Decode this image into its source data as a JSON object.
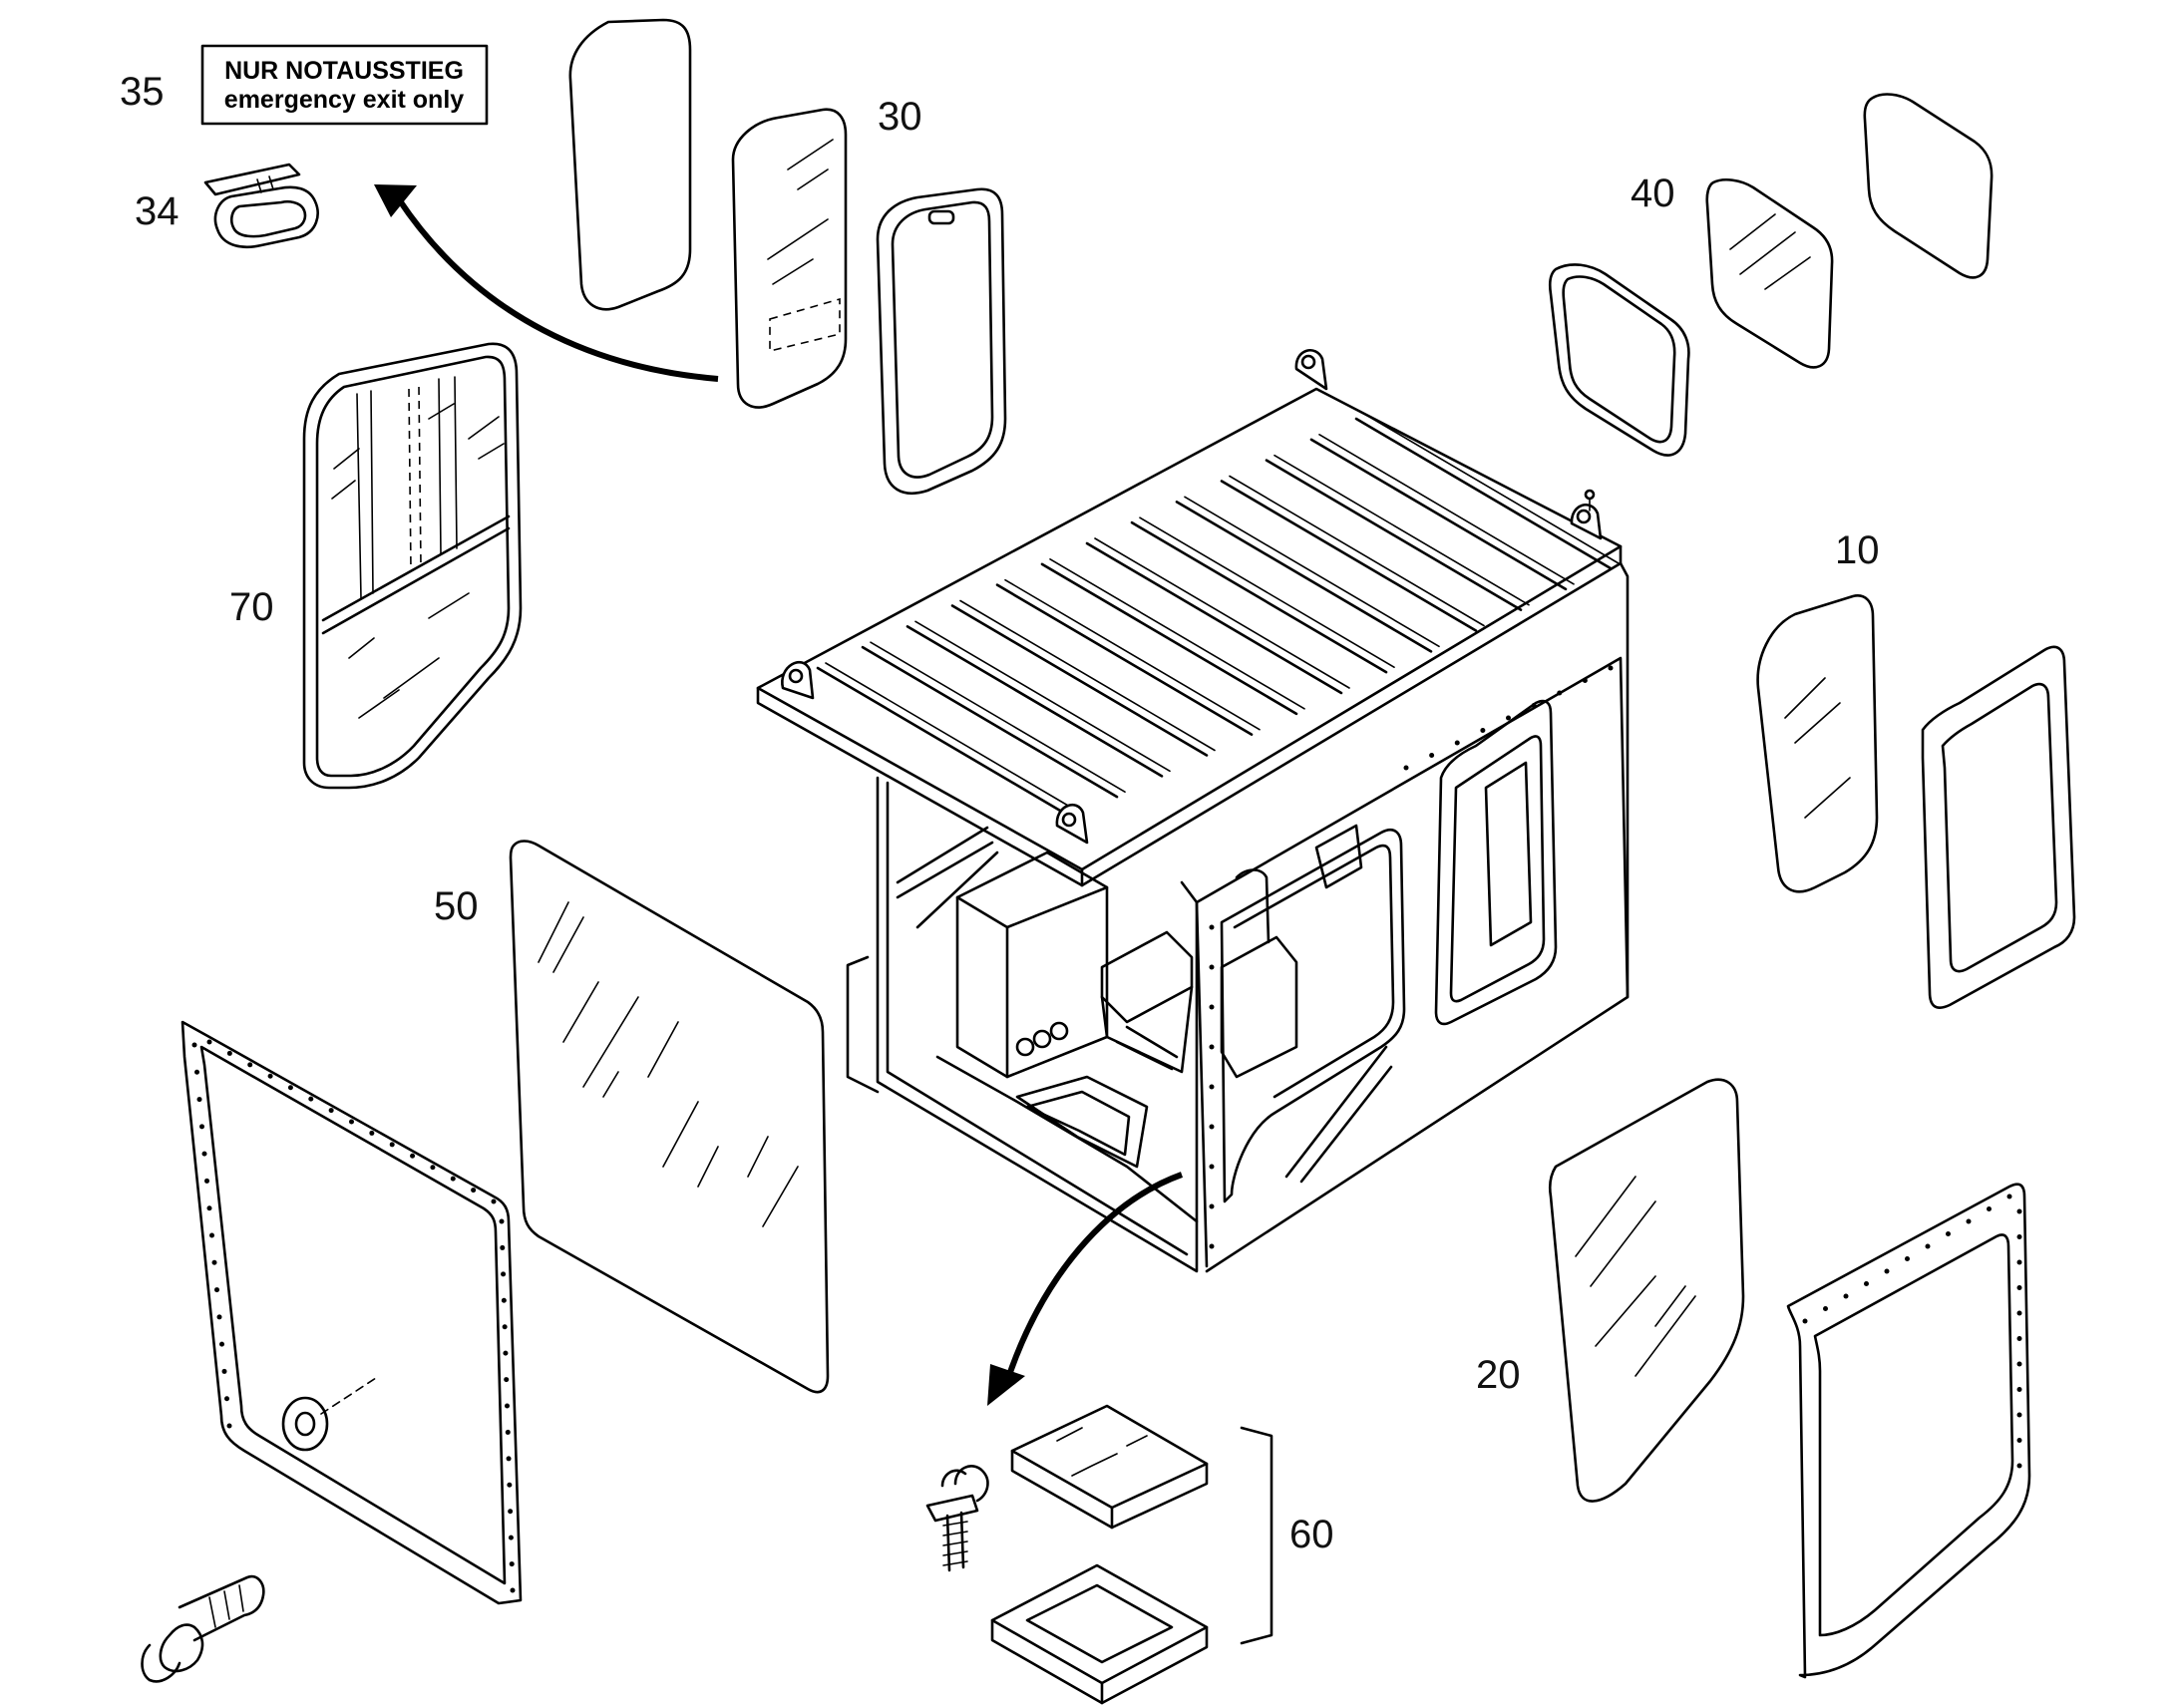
{
  "labels": {
    "p10": "10",
    "p20": "20",
    "p30": "30",
    "p34": "34",
    "p35": "35",
    "p40": "40",
    "p50": "50",
    "p60": "60",
    "p70": "70"
  },
  "notice": {
    "line1": "NUR NOTAUSSTIEG",
    "line2": "emergency exit only"
  }
}
